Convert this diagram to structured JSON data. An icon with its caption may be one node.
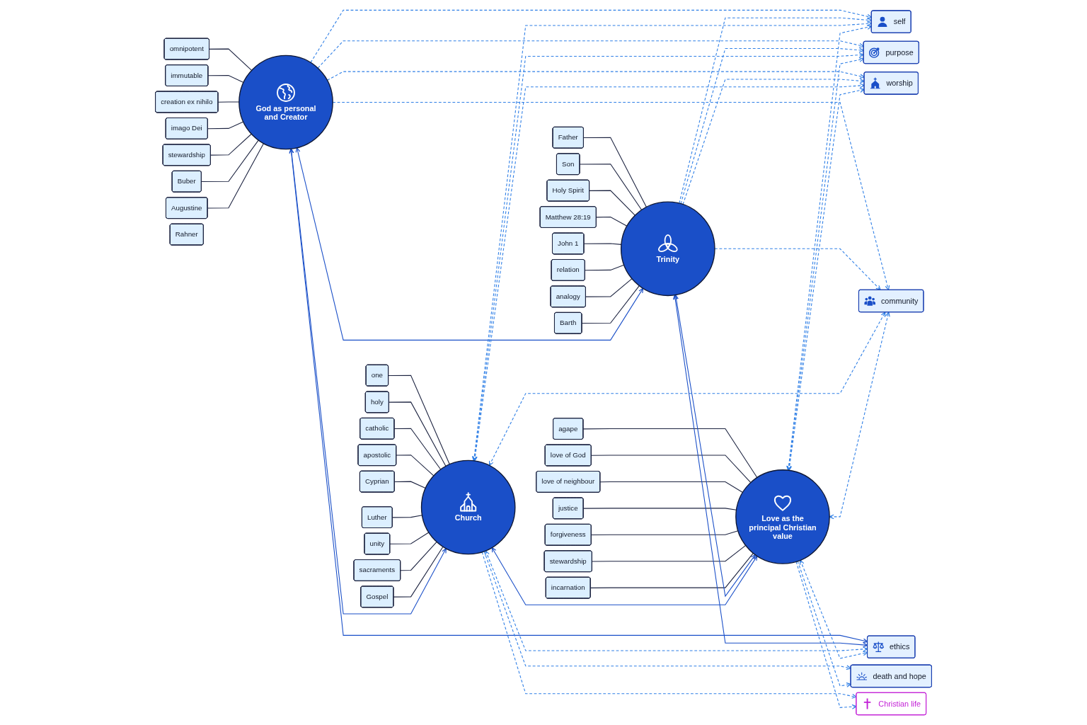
{
  "diagram": {
    "nodes": [
      {
        "text": [
          "God as personal and Creator"
        ]
      },
      {
        "text": [
          "omnipotent"
        ]
      },
      {
        "text": [
          "immutable"
        ]
      },
      {
        "text": [
          "creation ex nihilo"
        ]
      },
      {
        "text": [
          "imago Dei"
        ]
      },
      {
        "text": [
          "stewardship"
        ]
      },
      {
        "text": [
          "Buber"
        ]
      },
      {
        "text": [
          "Augustine"
        ]
      },
      {
        "text": [
          "Trinity"
        ]
      },
      {
        "text": [
          "Father"
        ]
      },
      {
        "text": [
          "Son"
        ]
      },
      {
        "text": [
          "Holy Spirit"
        ]
      },
      {
        "text": [
          "Matthew 28:19"
        ]
      },
      {
        "text": [
          "John 1"
        ]
      },
      {
        "text": [
          "relation"
        ]
      },
      {
        "text": [
          "analogy"
        ]
      },
      {
        "text": [
          "Barth"
        ]
      },
      {
        "text": [
          "Rahner"
        ]
      },
      {
        "text": [
          "self"
        ]
      },
      {
        "text": [
          "purpose"
        ]
      },
      {
        "text": [
          "worship"
        ]
      },
      {
        "text": [
          "community"
        ]
      },
      {
        "text": [
          "ethics"
        ]
      },
      {
        "text": [
          "death and hope"
        ]
      },
      {
        "text": [
          "Christian life"
        ]
      },
      {
        "text": [
          "Church"
        ]
      },
      {
        "text": [
          "one"
        ]
      },
      {
        "text": [
          "holy"
        ]
      },
      {
        "text": [
          "catholic"
        ]
      },
      {
        "text": [
          "apostolic"
        ]
      },
      {
        "text": [
          "Cyprian"
        ]
      },
      {
        "text": [
          "Luther"
        ]
      },
      {
        "text": [
          "unity"
        ]
      },
      {
        "text": [
          "sacraments"
        ]
      },
      {
        "text": [
          "Gospel"
        ]
      },
      {
        "text": [
          "Love as the principal Christian value"
        ]
      },
      {
        "text": [
          "agape"
        ]
      },
      {
        "text": [
          "love of God"
        ]
      },
      {
        "text": [
          "love of neighbour"
        ]
      },
      {
        "text": [
          "justice"
        ]
      },
      {
        "text": [
          "forgiveness"
        ]
      },
      {
        "text": [
          "stewardship"
        ]
      },
      {
        "text": [
          "incarnation"
        ]
      }
    ],
    "edges": [
      {
        "from": 1,
        "to": 0,
        "arrow": "none"
      },
      {
        "from": 2,
        "to": 0,
        "arrow": "none"
      },
      {
        "from": 3,
        "to": 0,
        "arrow": "none"
      },
      {
        "from": 4,
        "to": 0,
        "arrow": "none"
      },
      {
        "from": 5,
        "to": 0,
        "arrow": "none"
      },
      {
        "from": 6,
        "to": 0,
        "arrow": "none"
      },
      {
        "from": 7,
        "to": 0,
        "arrow": "none"
      },
      {
        "from": 9,
        "to": 8,
        "arrow": "none"
      },
      {
        "from": 10,
        "to": 8,
        "arrow": "none"
      },
      {
        "from": 11,
        "to": 8,
        "arrow": "none"
      },
      {
        "from": 12,
        "to": 8,
        "arrow": "none"
      },
      {
        "from": 13,
        "to": 8,
        "arrow": "none"
      },
      {
        "from": 14,
        "to": 8,
        "arrow": "none"
      },
      {
        "from": 15,
        "to": 8,
        "arrow": "none"
      },
      {
        "from": 16,
        "to": 8,
        "arrow": "none"
      },
      {
        "from": 26,
        "to": 25,
        "arrow": "none"
      },
      {
        "from": 27,
        "to": 25,
        "arrow": "none"
      },
      {
        "from": 28,
        "to": 25,
        "arrow": "none"
      },
      {
        "from": 29,
        "to": 25,
        "arrow": "none"
      },
      {
        "from": 30,
        "to": 25,
        "arrow": "none"
      },
      {
        "from": 31,
        "to": 25,
        "arrow": "none"
      },
      {
        "from": 32,
        "to": 25,
        "arrow": "none"
      },
      {
        "from": 33,
        "to": 25,
        "arrow": "none"
      },
      {
        "from": 34,
        "to": 25,
        "arrow": "none"
      },
      {
        "from": 36,
        "to": 35,
        "arrow": "none"
      },
      {
        "from": 37,
        "to": 35,
        "arrow": "none"
      },
      {
        "from": 38,
        "to": 35,
        "arrow": "none"
      },
      {
        "from": 39,
        "to": 35,
        "arrow": "none"
      },
      {
        "from": 40,
        "to": 35,
        "arrow": "none"
      },
      {
        "from": 41,
        "to": 35,
        "arrow": "none"
      },
      {
        "from": 42,
        "to": 35,
        "arrow": "none"
      },
      {
        "from": 0,
        "to": 8,
        "arrow": "both",
        "color": "#1a4fc8"
      },
      {
        "from": 0,
        "to": 25,
        "arrow": "both",
        "color": "#1a4fc8"
      },
      {
        "from": 8,
        "to": 35,
        "arrow": "both",
        "color": "#1a4fc8"
      },
      {
        "from": 25,
        "to": 35,
        "arrow": "both",
        "color": "#1a4fc8"
      },
      {
        "from": 0,
        "to": 22,
        "arrow": "both",
        "color": "#1a4fc8"
      },
      {
        "from": 8,
        "to": 22,
        "arrow": "both",
        "color": "#1a4fc8"
      },
      {
        "from": 0,
        "to": 18,
        "arrow": "to",
        "style": "dashed",
        "color": "#2f7fe6"
      },
      {
        "from": 0,
        "to": 19,
        "arrow": "to",
        "style": "dashed",
        "color": "#2f7fe6"
      },
      {
        "from": 0,
        "to": 20,
        "arrow": "to",
        "style": "dashed",
        "color": "#2f7fe6"
      },
      {
        "from": 0,
        "to": 21,
        "arrow": "to",
        "style": "dashed",
        "color": "#2f7fe6"
      },
      {
        "from": 8,
        "to": 18,
        "arrow": "to",
        "style": "dashed",
        "color": "#2f7fe6"
      },
      {
        "from": 8,
        "to": 19,
        "arrow": "to",
        "style": "dashed",
        "color": "#2f7fe6"
      },
      {
        "from": 8,
        "to": 20,
        "arrow": "to",
        "style": "dashed",
        "color": "#2f7fe6"
      },
      {
        "from": 8,
        "to": 21,
        "arrow": "to",
        "style": "dashed",
        "color": "#2f7fe6"
      },
      {
        "from": 25,
        "to": 18,
        "arrow": "both",
        "style": "dashed",
        "color": "#2f7fe6"
      },
      {
        "from": 25,
        "to": 19,
        "arrow": "both",
        "style": "dashed",
        "color": "#2f7fe6"
      },
      {
        "from": 25,
        "to": 20,
        "arrow": "both",
        "style": "dashed",
        "color": "#2f7fe6"
      },
      {
        "from": 25,
        "to": 21,
        "arrow": "both",
        "style": "dashed",
        "color": "#2f7fe6"
      },
      {
        "from": 25,
        "to": 22,
        "arrow": "both",
        "style": "dashed",
        "color": "#2f7fe6"
      },
      {
        "from": 25,
        "to": 23,
        "arrow": "to",
        "style": "dashed",
        "color": "#2f7fe6"
      },
      {
        "from": 25,
        "to": 24,
        "arrow": "to",
        "style": "dashed",
        "color": "#2f7fe6"
      },
      {
        "from": 35,
        "to": 18,
        "arrow": "both",
        "style": "dashed",
        "color": "#2f7fe6"
      },
      {
        "from": 35,
        "to": 19,
        "arrow": "both",
        "style": "dashed",
        "color": "#2f7fe6"
      },
      {
        "from": 35,
        "to": 20,
        "arrow": "both",
        "style": "dashed",
        "color": "#2f7fe6"
      },
      {
        "from": 35,
        "to": 21,
        "arrow": "both",
        "style": "dashed",
        "color": "#2f7fe6"
      },
      {
        "from": 35,
        "to": 22,
        "arrow": "both",
        "style": "dashed",
        "color": "#2f7fe6"
      },
      {
        "from": 35,
        "to": 23,
        "arrow": "to",
        "style": "dashed",
        "color": "#2f7fe6"
      },
      {
        "from": 35,
        "to": 24,
        "arrow": "to",
        "style": "dashed",
        "color": "#2f7fe6"
      }
    ]
  }
}
